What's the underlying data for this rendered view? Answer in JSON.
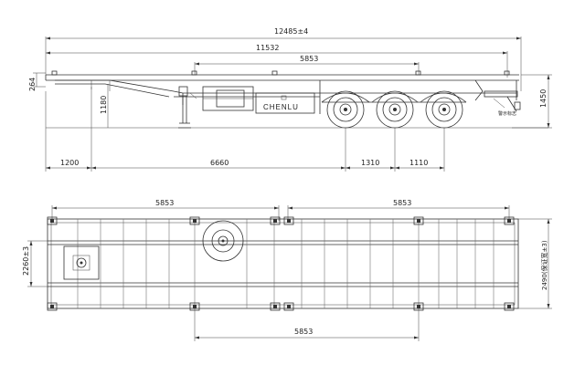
{
  "drawing": {
    "side_view": {
      "overall_length": "12485±4",
      "length_2": "11532",
      "container_span": "5853",
      "front_height": "264",
      "leg_height": "1180",
      "rear_height": "1450",
      "front_overhang": "1200",
      "wheelbase": "6660",
      "axle_spacing_1": "1310",
      "axle_spacing_2": "1110",
      "brand_label": "CHENLU",
      "rear_note": "警示标志"
    },
    "top_view": {
      "span_left": "5853",
      "span_right": "5853",
      "span_bottom": "5853",
      "inner_width": "2260±3",
      "outer_width": "2490(保证宽±3)"
    }
  }
}
